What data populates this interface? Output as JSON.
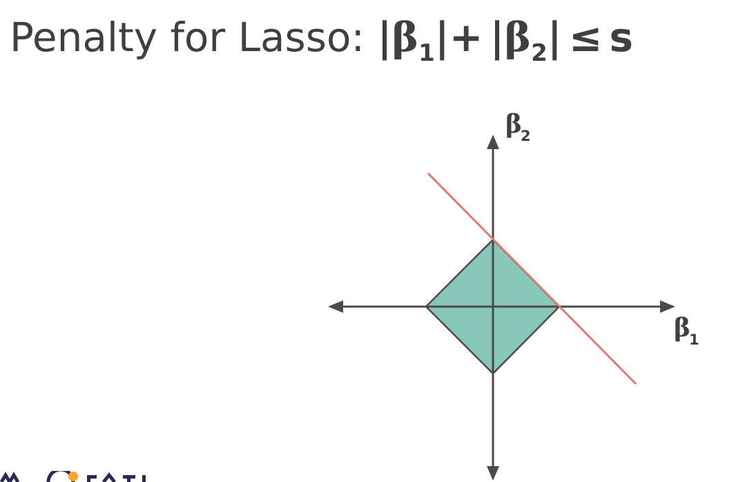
{
  "title": {
    "prefix": "Penalty for Lasso:",
    "bar": "|",
    "beta": "β",
    "sub1": "1",
    "plus": "+",
    "sub2": "2",
    "leq": "≤",
    "s": "s"
  },
  "diagram": {
    "x_axis_label": "β",
    "x_axis_sub": "1",
    "y_axis_label": "β",
    "y_axis_sub": "2",
    "constraint_region": "diamond",
    "constraint_bound": 1,
    "tangent_line_slope": -1,
    "colors": {
      "axis": "#4a4a4a",
      "diamond_fill": "#88c7b9",
      "diamond_stroke": "#4a4a4a",
      "tangent_line": "#e07a72",
      "text": "#3f3f3f",
      "logo_accent": "#f5a623",
      "logo_dark": "#2b2a56"
    }
  }
}
